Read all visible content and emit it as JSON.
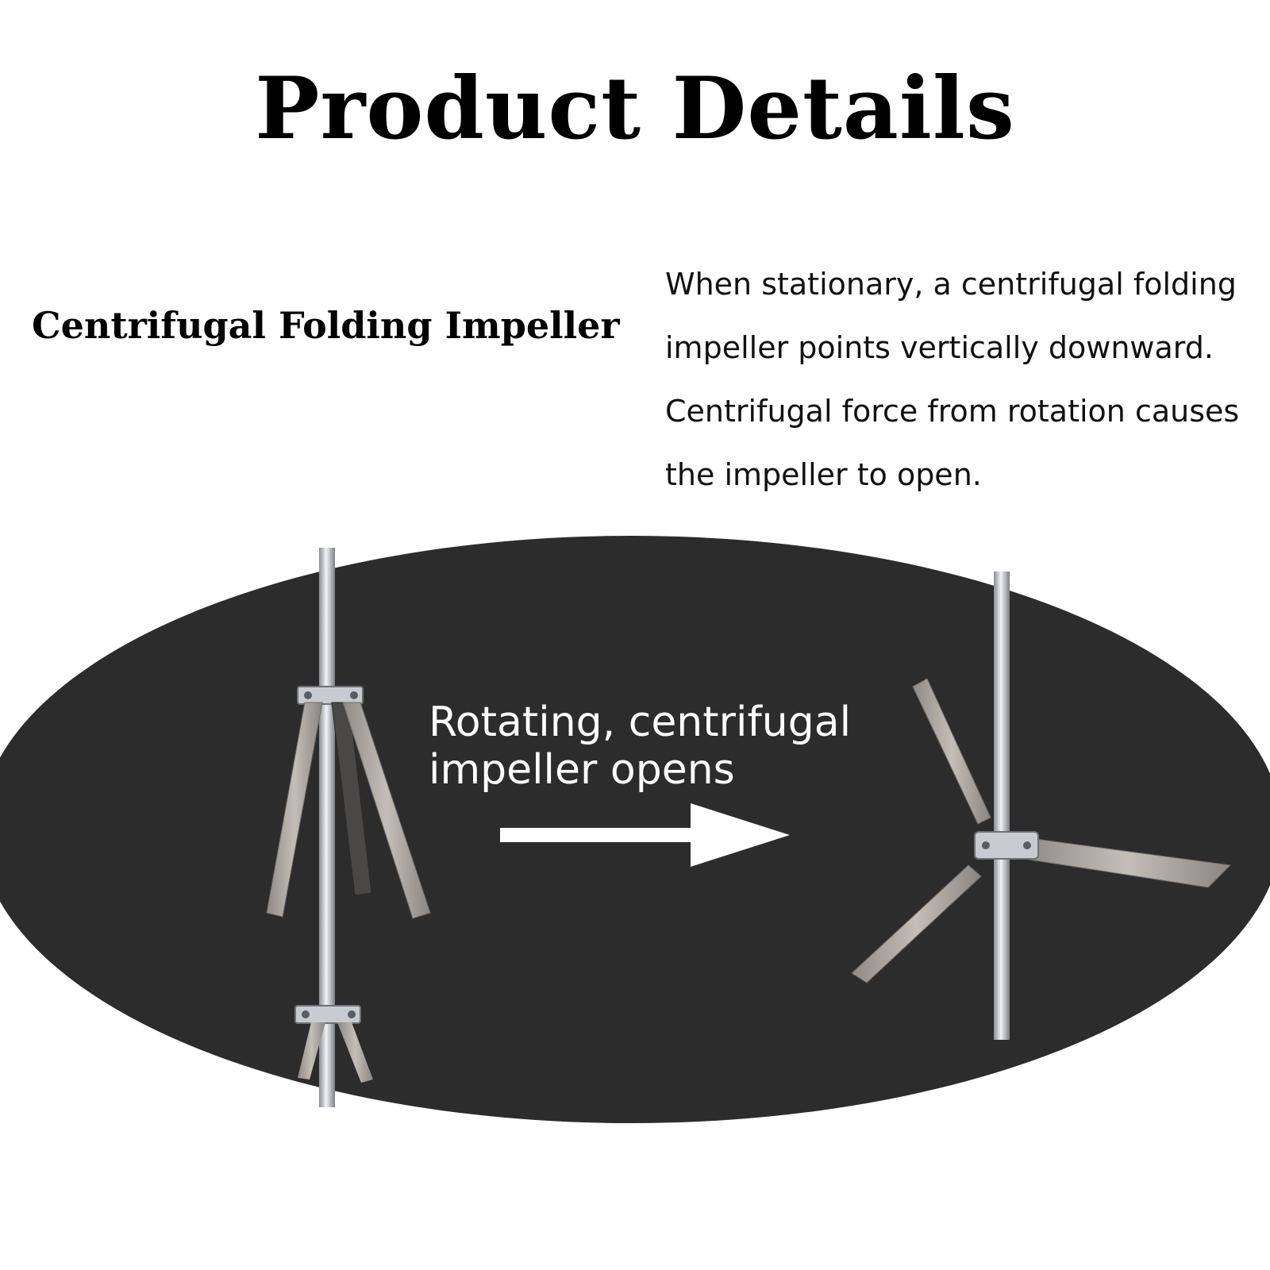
{
  "page": {
    "title": "Product Details"
  },
  "feature": {
    "name": "Centrifugal Folding Impeller",
    "description_lines": [
      "When stationary, a centrifugal folding",
      "impeller points vertically downward.",
      "Centrifugal force from rotation causes",
      "the impeller to open."
    ]
  },
  "illustration": {
    "caption_lines": [
      "Rotating, centrifugal",
      "impeller opens"
    ],
    "colors": {
      "background": "#2d2c2d",
      "rod": "#c9cbd0",
      "blade": "#b0aba6",
      "arrow": "#ffffff"
    },
    "icons": [
      "closed-impeller",
      "right-arrow-icon",
      "open-impeller"
    ]
  }
}
